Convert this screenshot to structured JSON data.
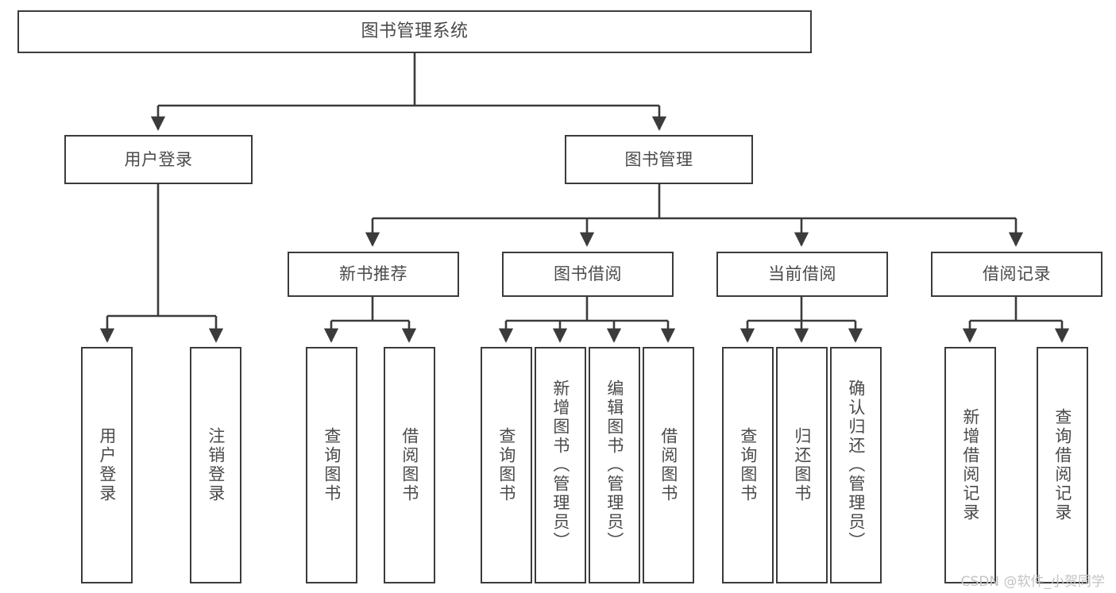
{
  "diagram": {
    "title": "图书管理系统",
    "type": "hierarchy-tree",
    "levels": 4,
    "nodes": {
      "root": {
        "label": "图书管理系统"
      },
      "level2": [
        {
          "id": "user-login",
          "label": "用户登录"
        },
        {
          "id": "book-manage",
          "label": "图书管理"
        }
      ],
      "level3": [
        {
          "id": "new-book-rec",
          "label": "新书推荐"
        },
        {
          "id": "book-borrow",
          "label": "图书借阅"
        },
        {
          "id": "current-borrow",
          "label": "当前借阅"
        },
        {
          "id": "borrow-record",
          "label": "借阅记录"
        }
      ],
      "leaves": {
        "user_login": [
          {
            "id": "leaf-user-login",
            "label": "用户登录"
          },
          {
            "id": "leaf-logout",
            "label": "注销登录"
          }
        ],
        "new_book_rec": [
          {
            "id": "leaf-query-book-1",
            "label": "查询图书"
          },
          {
            "id": "leaf-borrow-book-1",
            "label": "借阅图书"
          }
        ],
        "book_borrow": [
          {
            "id": "leaf-query-book-2",
            "label": "查询图书"
          },
          {
            "id": "leaf-add-book",
            "label": "新增图书（管理员）"
          },
          {
            "id": "leaf-edit-book",
            "label": "编辑图书（管理员）"
          },
          {
            "id": "leaf-borrow-book-2",
            "label": "借阅图书"
          }
        ],
        "current_borrow": [
          {
            "id": "leaf-query-book-3",
            "label": "查询图书"
          },
          {
            "id": "leaf-return-book",
            "label": "归还图书"
          },
          {
            "id": "leaf-confirm-return",
            "label": "确认归还（管理员）"
          }
        ],
        "borrow_record": [
          {
            "id": "leaf-add-record",
            "label": "新增借阅记录"
          },
          {
            "id": "leaf-query-record",
            "label": "查询借阅记录"
          }
        ]
      }
    },
    "colors": {
      "border": "#3b3b3b",
      "text": "#4a4a4a",
      "background": "#ffffff",
      "watermark": "#c3c3c3"
    }
  },
  "watermark": {
    "text": "CSDN @软件_小贺同学"
  }
}
